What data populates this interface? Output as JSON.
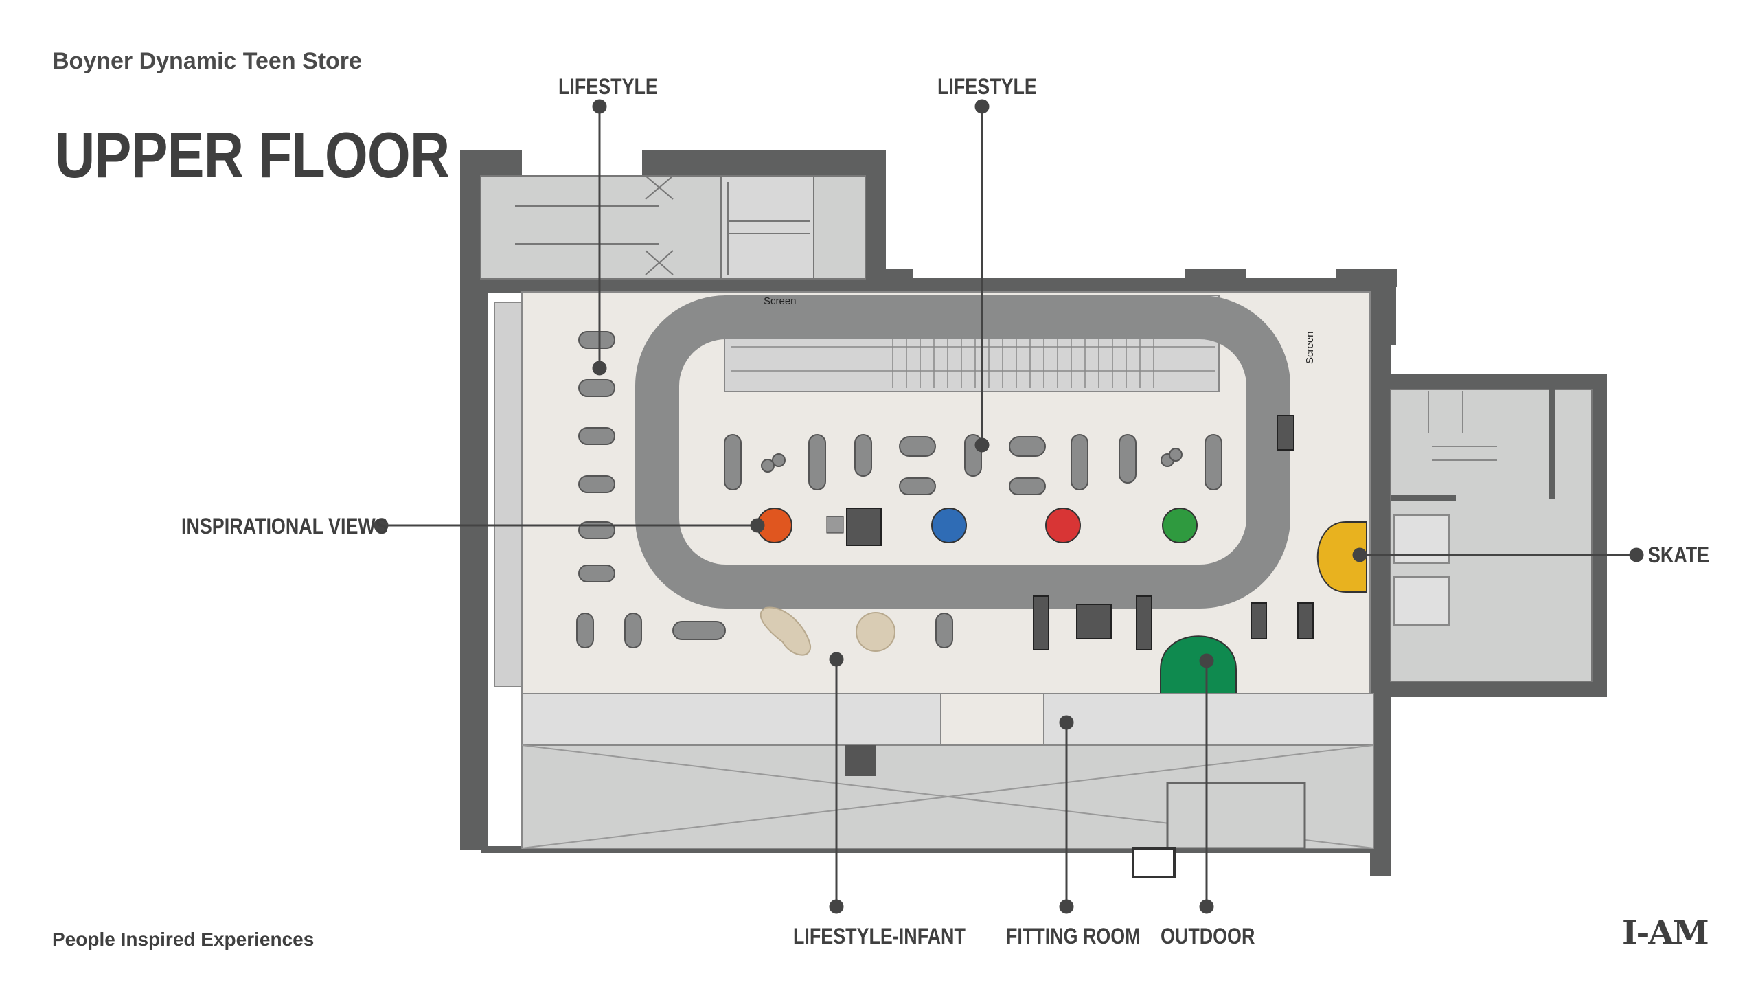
{
  "header": {
    "subtitle": "Boyner Dynamic Teen Store",
    "title": "UPPER FLOOR"
  },
  "footer": {
    "tagline": "People Inspired Experiences",
    "logo": "I-AM"
  },
  "zones": {
    "lifestyle_left": "LIFESTYLE",
    "lifestyle_right": "LIFESTYLE",
    "inspirational_views": "INSPIRATIONAL VIEWS",
    "skate": "SKATE",
    "lifestyle_infant": "LIFESTYLE-INFANT",
    "fitting_room": "FITTING ROOM",
    "outdoor": "OUTDOOR"
  },
  "plan": {
    "screen_top": "Screen",
    "screen_right": "Screen"
  },
  "colors": {
    "wall": "#5f6060",
    "floor": "#ece9e4",
    "track": "#8a8b8b",
    "service": "#cfd0cf",
    "orange": "#e0561f",
    "blue": "#2f6cb5",
    "red": "#d83535",
    "green": "#2f9a3f",
    "skate": "#e8b21f",
    "outdoor": "#0f8a4f",
    "wood": "#d9ccb4"
  }
}
